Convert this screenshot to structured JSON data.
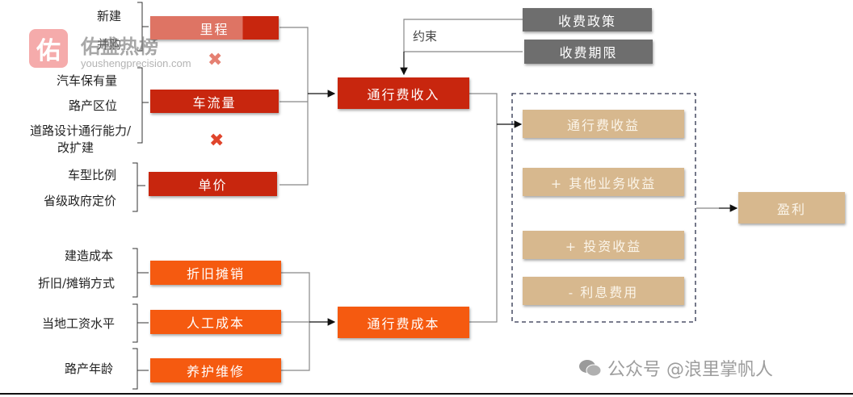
{
  "revenue_drivers": {
    "mileage": {
      "label": "里程",
      "factors": [
        "新建",
        "并购"
      ]
    },
    "traffic": {
      "label": "车流量",
      "factors": [
        "汽车保有量",
        "路产区位",
        "道路设计通行能力/",
        "改扩建"
      ]
    },
    "price": {
      "label": "单价",
      "factors": [
        "车型比例",
        "省级政府定价"
      ]
    },
    "multiply_symbol": "✖"
  },
  "cost_drivers": {
    "depreciation": {
      "label": "折旧摊销",
      "factors": [
        "建造成本",
        "折旧/摊销方式"
      ]
    },
    "labor": {
      "label": "人工成本",
      "factors": [
        "当地工资水平"
      ]
    },
    "maintenance": {
      "label": "养护维修",
      "factors": [
        "路产年龄"
      ]
    }
  },
  "toll_revenue": "通行费收入",
  "toll_cost": "通行费成本",
  "constraint_label": "约束",
  "constraints": [
    "收费政策",
    "收费期限"
  ],
  "profit_components": [
    "通行费收益",
    "+ 其他业务收益",
    "+ 投资收益",
    "- 利息费用"
  ],
  "profit": "盈利",
  "watermarks": {
    "logo_char": "佑",
    "brand": "佑盛热榜",
    "url": "youshengprecision.com",
    "footer": "公众号 @浪里掌帆人"
  },
  "colors": {
    "revenue_red": "#c8260e",
    "cost_orange": "#f55a10",
    "constraint_gray": "#6e6e6e",
    "profit_tan": "#d7b88e"
  }
}
